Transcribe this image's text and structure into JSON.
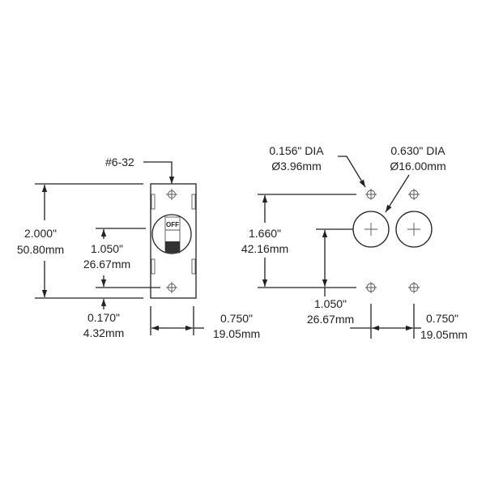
{
  "breaker": {
    "screw_label": "#6-32",
    "toggle_label": "OFF",
    "height": {
      "in": "2.000\"",
      "mm": "50.80mm"
    },
    "screw_spacing": {
      "in": "1.050\"",
      "mm": "26.67mm"
    },
    "bottom_offset": {
      "in": "0.170\"",
      "mm": "4.32mm"
    },
    "width": {
      "in": "0.750\"",
      "mm": "19.05mm"
    }
  },
  "cutout": {
    "small_hole": {
      "in": "0.156\" DIA",
      "mm": "Ø3.96mm"
    },
    "large_hole": {
      "in": "0.630\" DIA",
      "mm": "Ø16.00mm"
    },
    "hole_spacing_vertical": {
      "in": "1.660\"",
      "mm": "42.16mm"
    },
    "center_to_bottom": {
      "in": "1.050\"",
      "mm": "26.67mm"
    },
    "hole_spacing_horizontal": {
      "in": "0.750\"",
      "mm": "19.05mm"
    }
  }
}
